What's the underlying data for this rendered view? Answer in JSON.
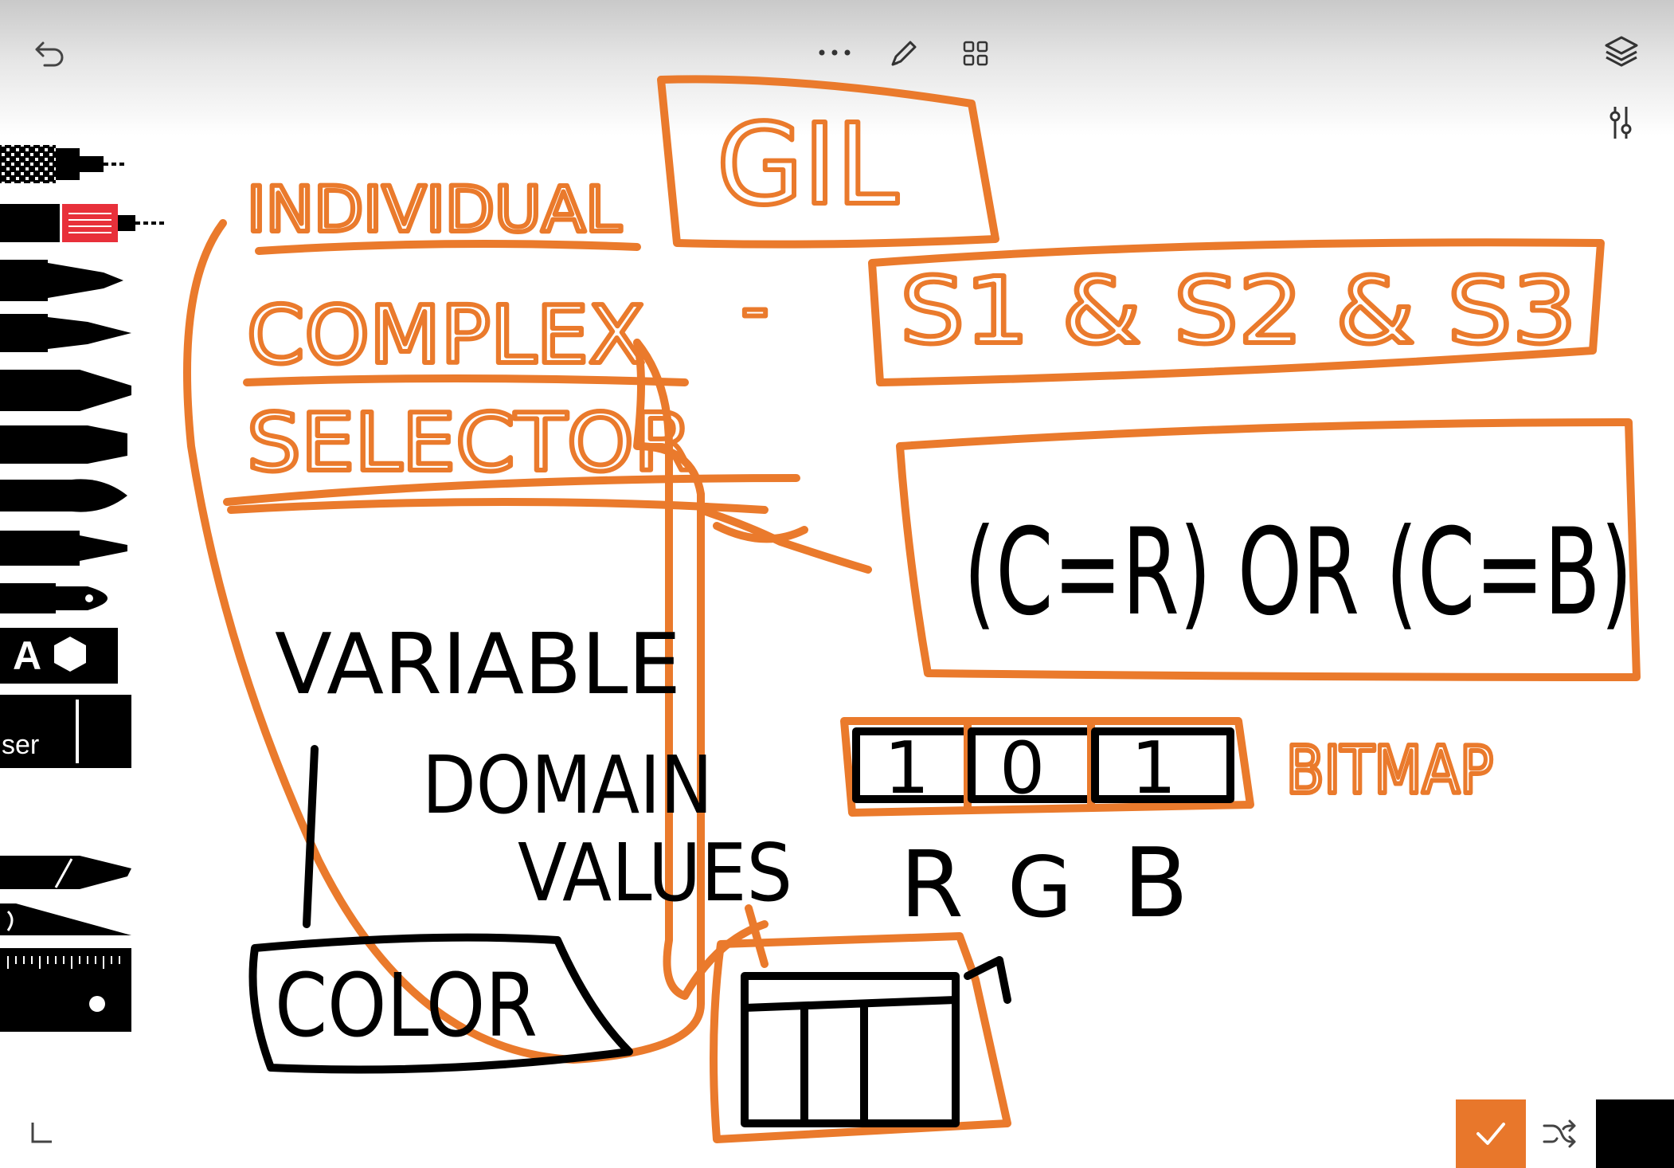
{
  "toolbar": {
    "undo_icon": "undo-arrow-icon",
    "more_icon": "more-dots-icon",
    "pen_icon": "pen-icon",
    "grid_icon": "grid-icon",
    "layers_icon": "layers-icon",
    "adjust_icon": "sliders-icon"
  },
  "brush_panel": {
    "text_tool_label": "A",
    "eraser_label": "ser"
  },
  "canvas": {
    "words": {
      "individual": "INDIVIDUAL",
      "gil": "GIL",
      "complex": "COMPLEX",
      "dash": "-",
      "s_expr": "S1 & S2 & S3",
      "selector": "SELECTOR",
      "condition": "(C=R) OR (C=B)",
      "variable": "VARIABLE",
      "domain": "DOMAIN",
      "values": "VALUES",
      "bit1": "1",
      "bit2": "0",
      "bit3": "1",
      "bitmap": "BITMAP",
      "r": "R",
      "g": "G",
      "b": "B",
      "color": "COLOR"
    }
  },
  "bottom": {
    "corner_icon": "corner-bracket-icon",
    "confirm_icon": "checkmark-icon",
    "shuffle_icon": "shuffle-icon"
  },
  "colors": {
    "ink_orange": "#ea7a2c",
    "ink_black": "#000000",
    "accent": "#e8772b"
  }
}
